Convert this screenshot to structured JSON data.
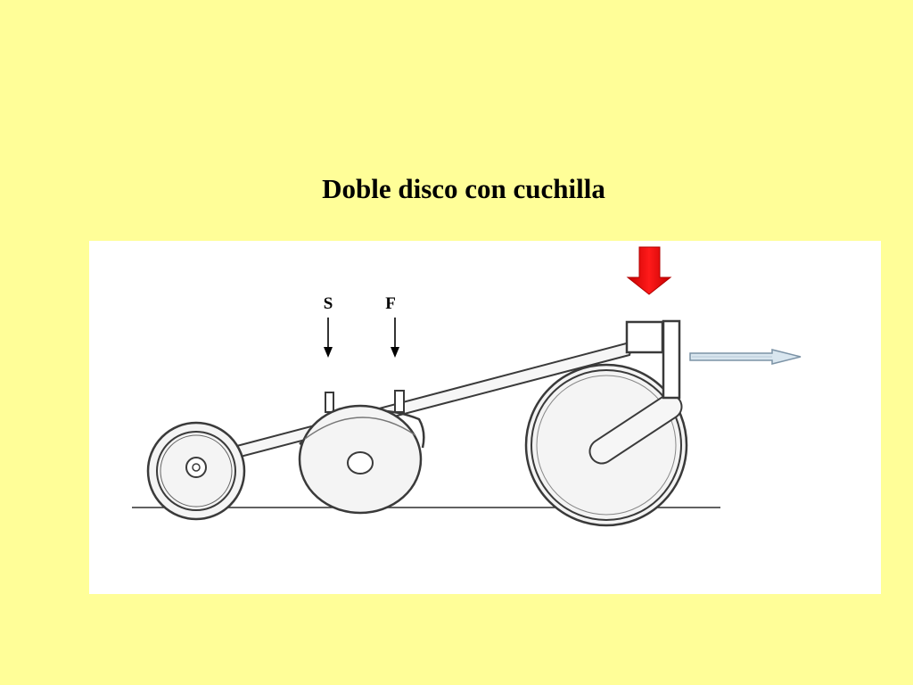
{
  "slide": {
    "title": "Doble disco con cuchilla"
  },
  "diagram": {
    "label_s": "S",
    "label_f": "F",
    "colors": {
      "background": "#FFFE98",
      "panel": "#FFFFFF",
      "force_arrow": "#FF0000",
      "stroke": "#3A3A3A",
      "wheel_fill": "#F4F4F4",
      "motion_arrow": "#8FA6B8"
    },
    "icons": {
      "downforce": "down-arrow-icon",
      "travel": "right-arrow-icon",
      "seed_drop": "down-arrow-icon",
      "fertilizer_drop": "down-arrow-icon"
    }
  }
}
